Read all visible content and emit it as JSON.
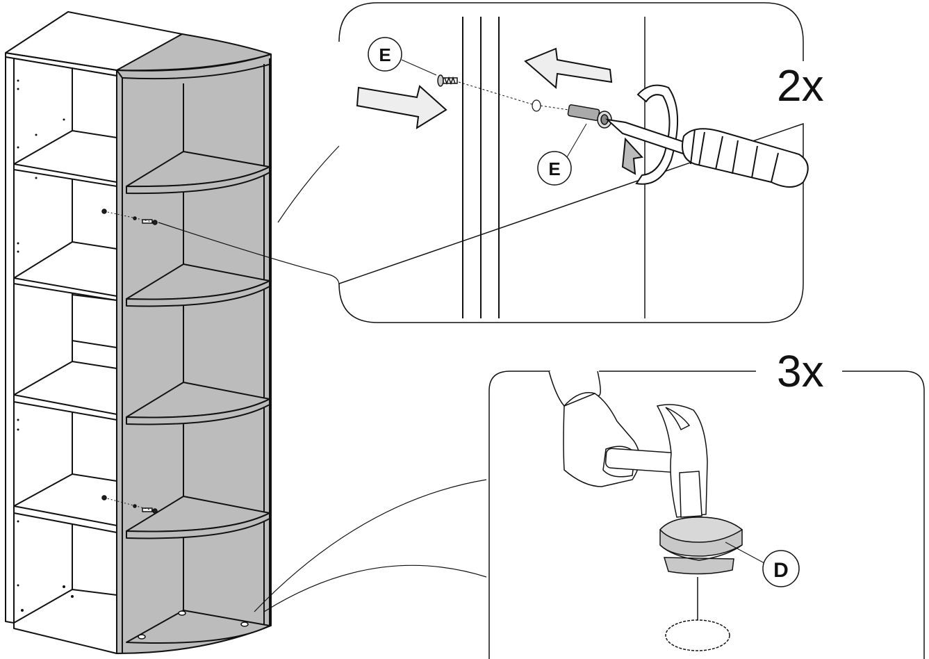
{
  "detail_top": {
    "multiplier": "2x",
    "part_label_1": "E",
    "part_label_2": "E"
  },
  "detail_bottom": {
    "multiplier": "3x",
    "part_label": "D"
  },
  "colors": {
    "panel_grey": "#bcbcbc",
    "part_grey": "#c8c8c8",
    "line": "#111111",
    "arrow_fill": "#eeeeee"
  }
}
